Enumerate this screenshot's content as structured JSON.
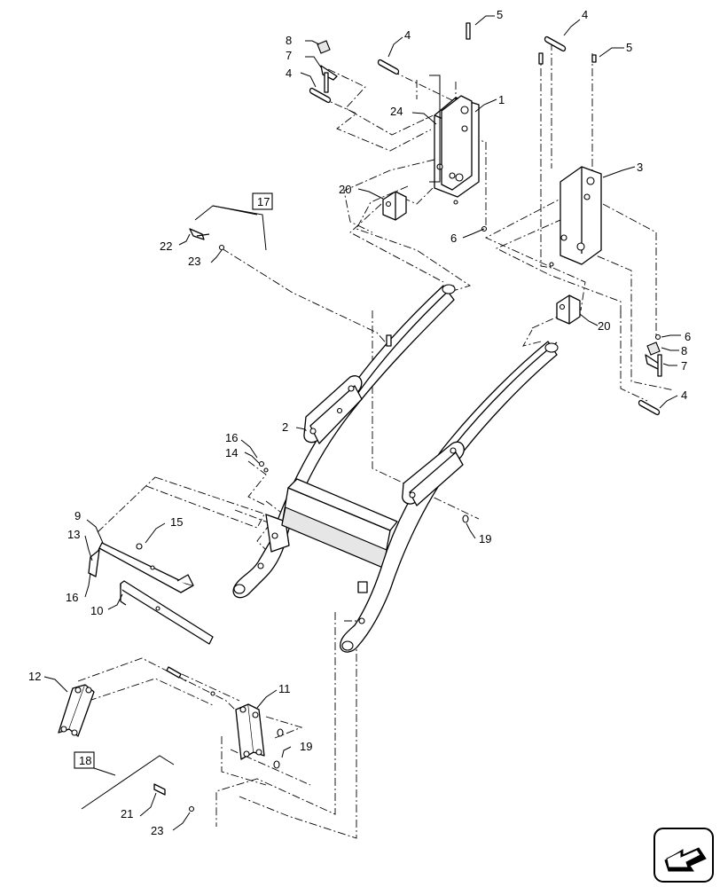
{
  "callouts": {
    "c1": "1",
    "c2": "2",
    "c3": "3",
    "c4a": "4",
    "c4b": "4",
    "c4c": "4",
    "c4d": "4",
    "c5a": "5",
    "c5b": "5",
    "c6a": "6",
    "c6b": "6",
    "c7a": "7",
    "c7b": "7",
    "c8a": "8",
    "c8b": "8",
    "c9": "9",
    "c10": "10",
    "c11": "11",
    "c12": "12",
    "c13": "13",
    "c14": "14",
    "c15": "15",
    "c16a": "16",
    "c16b": "16",
    "c19a": "19",
    "c19b": "19",
    "c20a": "20",
    "c20b": "20",
    "c21": "21",
    "c22": "22",
    "c23a": "23",
    "c23b": "23",
    "c24": "24"
  },
  "reference_boxes": {
    "ref17": "17",
    "ref18": "18"
  },
  "nav_icon": "previous-page-arrow-icon"
}
